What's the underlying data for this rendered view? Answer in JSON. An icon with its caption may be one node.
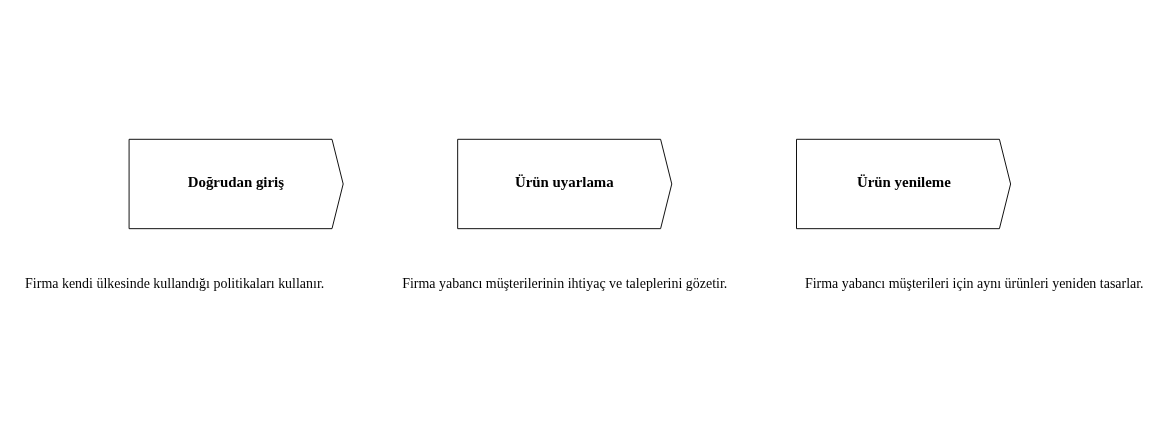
{
  "diagram": {
    "nodes": [
      {
        "text": [
          "Doğrudan giriş"
        ],
        "beside": [
          "Firma kendi ülkesinde kullandığı politikaları kullanır."
        ]
      },
      {
        "text": [
          "Ürün uyarlama"
        ],
        "beside": [
          "Firma yabancı müşterilerinin ihtiyaç ve taleplerini gözetir."
        ]
      },
      {
        "text": [
          "Ürün yenileme"
        ],
        "beside": [
          "Firma yabancı müşterileri için aynı ürünleri yeniden tasarlar."
        ]
      }
    ]
  }
}
